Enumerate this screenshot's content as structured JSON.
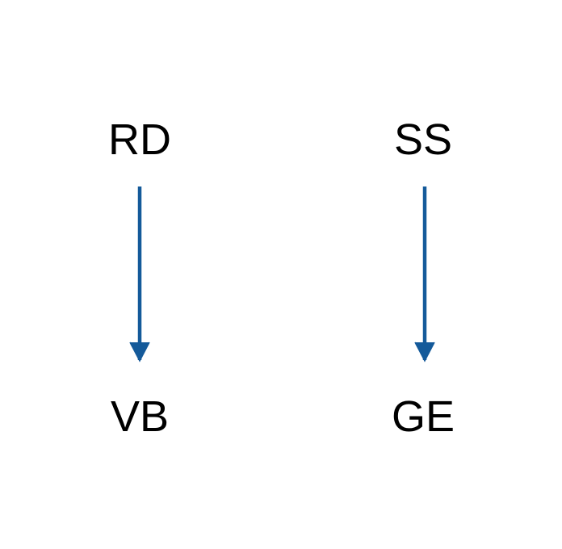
{
  "colors": {
    "arrow": "#145a9a",
    "text": "#000000",
    "background": "#ffffff"
  },
  "nodes": {
    "rd": "RD",
    "ss": "SS",
    "vb": "VB",
    "ge": "GE"
  },
  "edges": [
    {
      "from": "RD",
      "to": "VB"
    },
    {
      "from": "SS",
      "to": "GE"
    }
  ]
}
